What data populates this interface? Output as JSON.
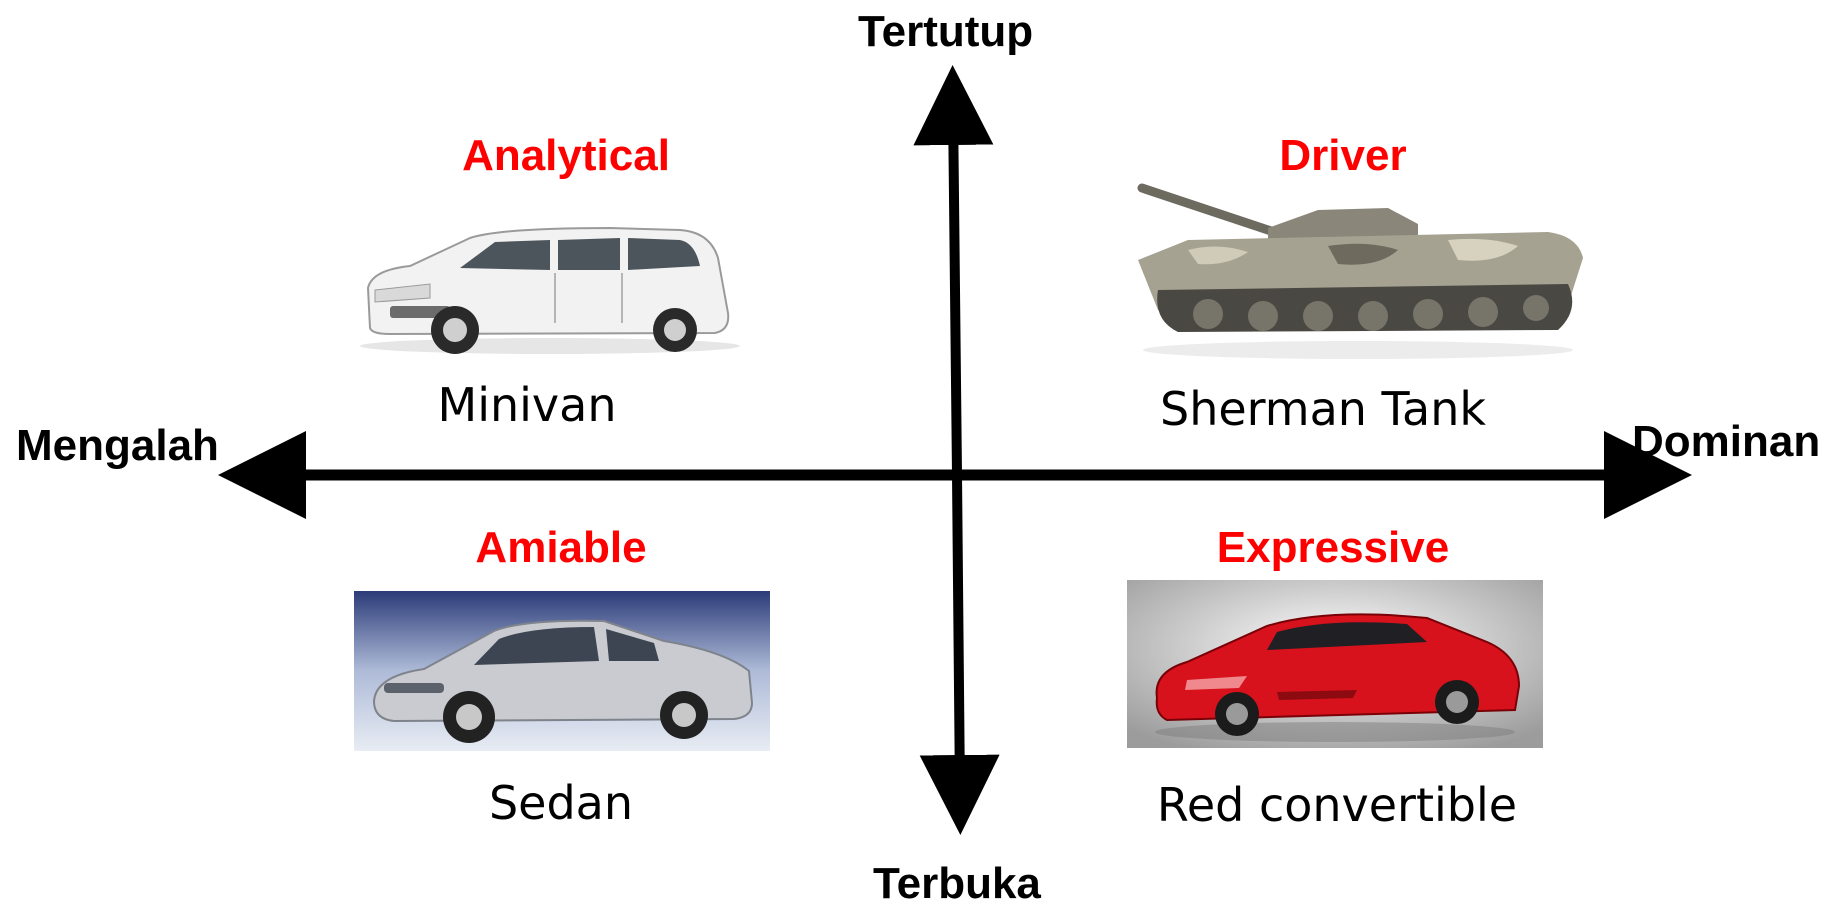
{
  "axes": {
    "top": "Tertutup",
    "bottom": "Terbuka",
    "left": "Mengalah",
    "right": "Dominan"
  },
  "quadrants": {
    "top_left": {
      "title": "Analytical",
      "caption": "Minivan",
      "icon": "minivan-icon"
    },
    "top_right": {
      "title": "Driver",
      "caption": "Sherman Tank",
      "icon": "tank-icon"
    },
    "bottom_left": {
      "title": "Amiable",
      "caption": "Sedan",
      "icon": "sedan-icon"
    },
    "bottom_right": {
      "title": "Expressive",
      "caption": "Red convertible",
      "icon": "sports-car-icon"
    }
  },
  "colors": {
    "axis": "#000000",
    "title": "#ff0000",
    "text": "#000000"
  }
}
